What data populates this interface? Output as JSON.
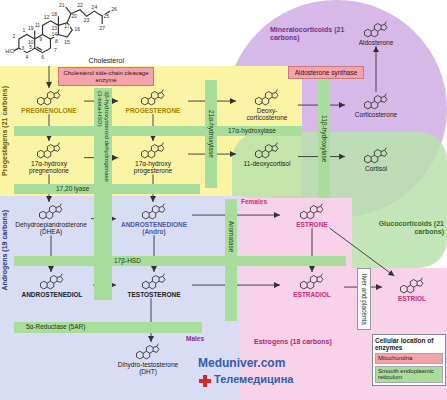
{
  "diagram": {
    "nodes": [
      {
        "text": [
          "Cholesterol"
        ]
      },
      {
        "text": [
          "Cholesterol side-chain cleavage enzyme"
        ]
      },
      {
        "text": [
          "Mineralocorticoids (21 carbons)"
        ]
      },
      {
        "text": [
          "Aldosterone"
        ],
        "in": 2
      },
      {
        "text": [
          "Aldosterone synthase"
        ],
        "in": 2
      },
      {
        "text": [
          "Progestagens (21 carbons)"
        ]
      },
      {
        "text": [
          "PREGNENOLONE"
        ],
        "in": 5
      },
      {
        "text": [
          "PROGESTERONE"
        ],
        "in": 5
      },
      {
        "text": [
          "Deoxy-corticosterone"
        ],
        "in": 2
      },
      {
        "text": [
          "Corticosterone"
        ],
        "in": 2
      },
      {
        "text": [
          "17α-hydroxylase"
        ]
      },
      {
        "text": [
          "21α-hydroxylase"
        ]
      },
      {
        "text": [
          "11β-hydroxylase"
        ]
      },
      {
        "text": [
          "3β-hydroxysteroid dehydrogenase (3-beta-HSD)"
        ]
      },
      {
        "text": [
          "17α-hydroxy pregnenolone"
        ],
        "in": 5
      },
      {
        "text": [
          "17α-hydroxy progesterone"
        ],
        "in": 5
      },
      {
        "text": [
          "Glucocorticoids (21 carbons)"
        ]
      },
      {
        "text": [
          "11-deoxycortisol"
        ],
        "in": 16
      },
      {
        "text": [
          "Cortisol"
        ],
        "in": 16
      },
      {
        "text": [
          "17,20 lyase"
        ]
      },
      {
        "text": [
          "Androgens (19 carbons)"
        ]
      },
      {
        "text": [
          "Dehydroepiandrosterone (DHEA)"
        ],
        "in": 20
      },
      {
        "text": [
          "ANDROSTENEDIONE (Andro)"
        ],
        "in": 20
      },
      {
        "text": [
          "Aromatase"
        ]
      },
      {
        "text": [
          "Estrogens (18 carbons)"
        ]
      },
      {
        "text": [
          "ESTRONE"
        ],
        "in": 24
      },
      {
        "text": [
          "liver and placenta"
        ],
        "in": 24
      },
      {
        "text": [
          "ESTRIOL"
        ],
        "in": 24
      },
      {
        "text": [
          "17β-HSD"
        ]
      },
      {
        "text": [
          "ANDROSTENEDIOL"
        ],
        "in": 20
      },
      {
        "text": [
          "TESTOSTERONE"
        ],
        "in": 20
      },
      {
        "text": [
          "ESTRADIOL"
        ],
        "in": 24
      },
      {
        "text": [
          "5α-Reductase (5AR)"
        ]
      },
      {
        "text": [
          "Dihydro-testosterone (DHT)"
        ],
        "in": 20
      }
    ],
    "edges": [
      {
        "from": 0,
        "to": 6,
        "arrow": "to"
      },
      {
        "from": 6,
        "to": 7,
        "arrow": "to"
      },
      {
        "from": 7,
        "to": 8,
        "arrow": "to"
      },
      {
        "from": 8,
        "to": 9,
        "arrow": "to"
      },
      {
        "from": 9,
        "to": 3,
        "arrow": "to"
      },
      {
        "from": 6,
        "to": 14,
        "arrow": "to"
      },
      {
        "from": 7,
        "to": 15,
        "arrow": "to"
      },
      {
        "from": 14,
        "to": 15,
        "arrow": "to"
      },
      {
        "from": 15,
        "to": 17,
        "arrow": "to"
      },
      {
        "from": 17,
        "to": 18,
        "arrow": "to"
      },
      {
        "from": 14,
        "to": 21,
        "arrow": "to"
      },
      {
        "from": 15,
        "to": 22,
        "arrow": "to"
      },
      {
        "from": 21,
        "to": 22,
        "arrow": "to"
      },
      {
        "from": 21,
        "to": 29,
        "arrow": "to"
      },
      {
        "from": 22,
        "to": 30,
        "arrow": "to"
      },
      {
        "from": 29,
        "to": 30,
        "arrow": "to"
      },
      {
        "from": 22,
        "to": 25,
        "arrow": "to"
      },
      {
        "from": 30,
        "to": 31,
        "arrow": "to"
      },
      {
        "from": 25,
        "to": 31,
        "arrow": "to"
      },
      {
        "from": 25,
        "to": 27,
        "arrow": "to"
      },
      {
        "from": 31,
        "to": 27,
        "arrow": "to"
      },
      {
        "from": 30,
        "to": 33,
        "arrow": "to"
      }
    ],
    "labels": [
      "Females",
      "Males",
      "Cellular location of enzymes",
      "Meduniver.com",
      "Телемедицина",
      "HO",
      "1",
      "2",
      "3",
      "4",
      "5",
      "6",
      "7",
      "8",
      "9",
      "10",
      "11",
      "12",
      "13",
      "14",
      "15",
      "16",
      "17",
      "18",
      "19",
      "20",
      "21",
      "22",
      "23",
      "24",
      "25",
      "26",
      "27"
    ],
    "legend": [
      {
        "text": "Mitochondria",
        "color": "#f4a3ab"
      },
      {
        "text": "Smooth endoplasmic reticulum",
        "color": "#a9dd9c"
      }
    ]
  }
}
